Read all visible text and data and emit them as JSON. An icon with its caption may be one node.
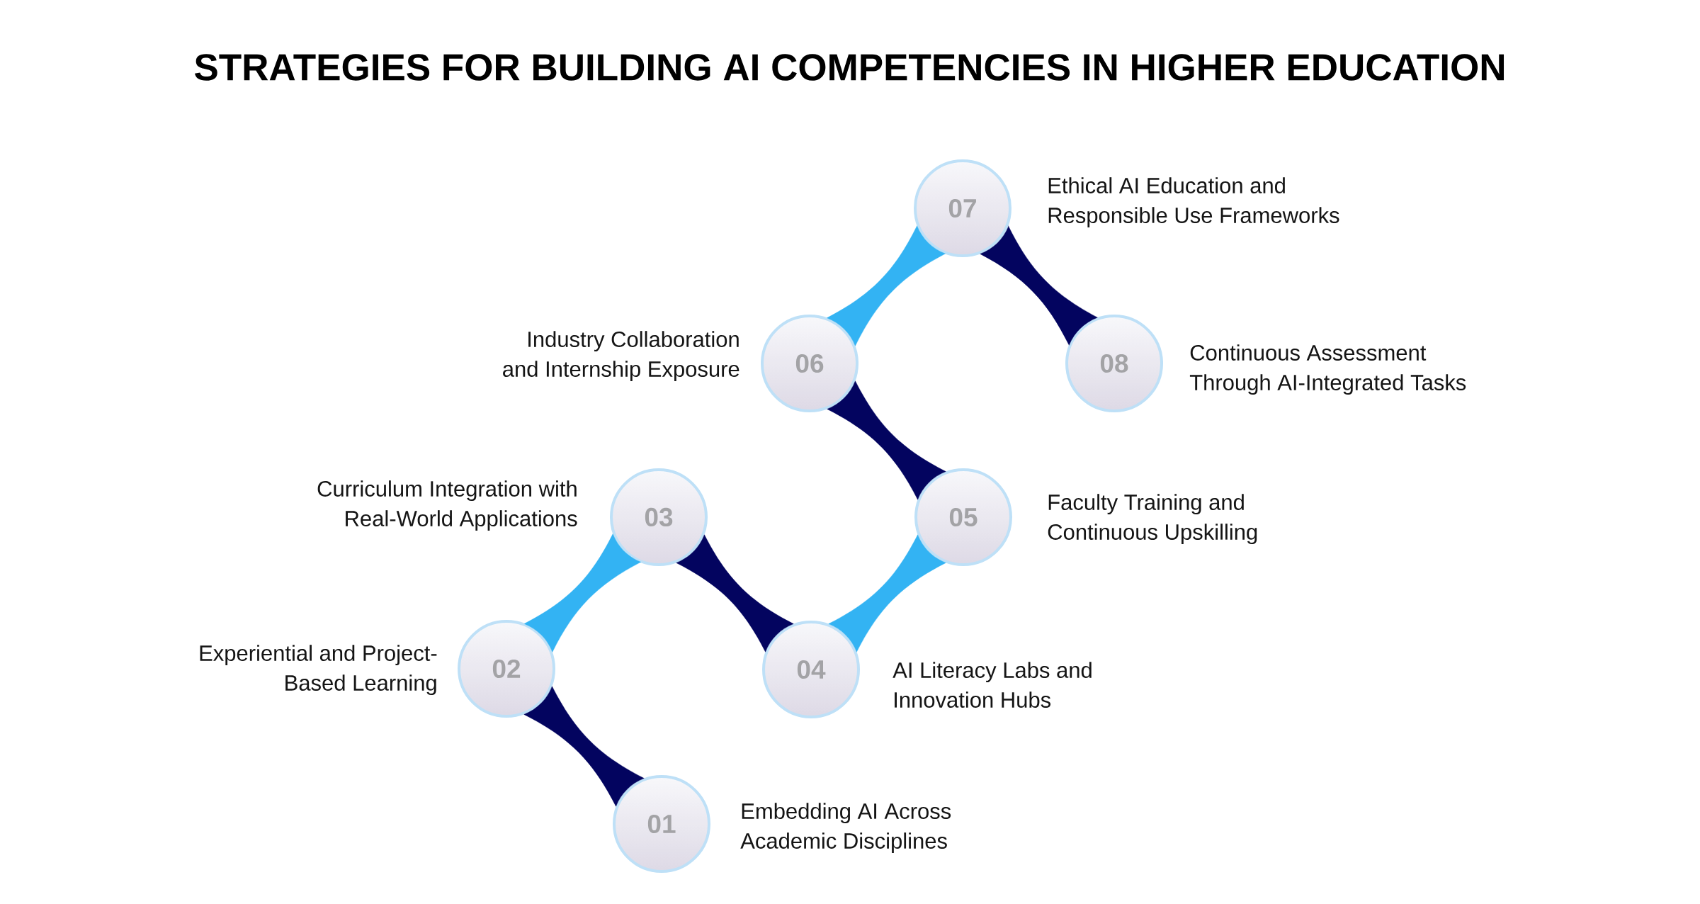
{
  "diagram": {
    "title": "STRATEGIES FOR BUILDING AI COMPETENCIES IN HIGHER EDUCATION",
    "nodes": [
      {
        "text": [
          "01"
        ],
        "beside": [
          "Embedding AI Across Academic Disciplines"
        ]
      },
      {
        "text": [
          "02"
        ],
        "beside": [
          "Experiential and Project-Based Learning"
        ]
      },
      {
        "text": [
          "03"
        ],
        "beside": [
          "Curriculum Integration with Real-World Applications"
        ]
      },
      {
        "text": [
          "04"
        ],
        "beside": [
          "AI Literacy Labs and Innovation Hubs"
        ]
      },
      {
        "text": [
          "05"
        ],
        "beside": [
          "Faculty Training and Continuous Upskilling"
        ]
      },
      {
        "text": [
          "06"
        ],
        "beside": [
          "Industry Collaboration and Internship Exposure"
        ]
      },
      {
        "text": [
          "07"
        ],
        "beside": [
          "Ethical AI Education and Responsible Use Frameworks"
        ]
      },
      {
        "text": [
          "08"
        ],
        "beside": [
          "Continuous Assessment Through AI-Integrated Tasks"
        ]
      }
    ],
    "edges": [
      {
        "from": 0,
        "to": 1,
        "arrow": "none"
      },
      {
        "from": 1,
        "to": 2,
        "arrow": "none",
        "color": "#33b3f3"
      },
      {
        "from": 2,
        "to": 3,
        "arrow": "none"
      },
      {
        "from": 3,
        "to": 4,
        "arrow": "none",
        "color": "#33b3f3"
      },
      {
        "from": 4,
        "to": 5,
        "arrow": "none"
      },
      {
        "from": 5,
        "to": 6,
        "arrow": "none",
        "color": "#33b3f3"
      },
      {
        "from": 6,
        "to": 7,
        "arrow": "none"
      }
    ]
  }
}
